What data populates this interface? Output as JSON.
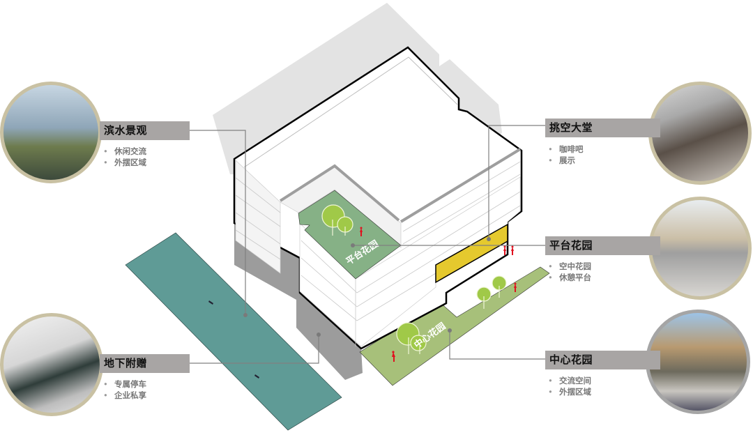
{
  "diagram": {
    "zones": {
      "platform_garden_label": "平台花园",
      "central_garden_label": "中心花园"
    },
    "colors": {
      "water": "#5f9b96",
      "roof_garden": "#86b186",
      "central_garden": "#a7c07a",
      "lobby_yellow": "#e5c92e",
      "shadow": "#9c9c9c",
      "backdrop": "#e3e3e3",
      "tree": "#a0c948",
      "person": "#e0111f",
      "label_bg": "#a8a5a4",
      "ring": "#c9c1a3"
    }
  },
  "callouts": [
    {
      "id": "waterfront",
      "title": "滨水景观",
      "items": [
        "休闲交流",
        "外摆区域"
      ],
      "photo": "waterfront-building-photo"
    },
    {
      "id": "lobby",
      "title": "挑空大堂",
      "items": [
        "咖啡吧",
        "展示"
      ],
      "photo": "lobby-interior-photo"
    },
    {
      "id": "platform",
      "title": "平台花园",
      "items": [
        "空中花园",
        "休憩平台"
      ],
      "photo": "rooftop-terrace-photo"
    },
    {
      "id": "central",
      "title": "中心花园",
      "items": [
        "交流空间",
        "外摆区域"
      ],
      "photo": "courtyard-photo"
    },
    {
      "id": "underground",
      "title": "地下附赠",
      "items": [
        "专属停车",
        "企业私享"
      ],
      "photo": "garage-photo"
    }
  ]
}
